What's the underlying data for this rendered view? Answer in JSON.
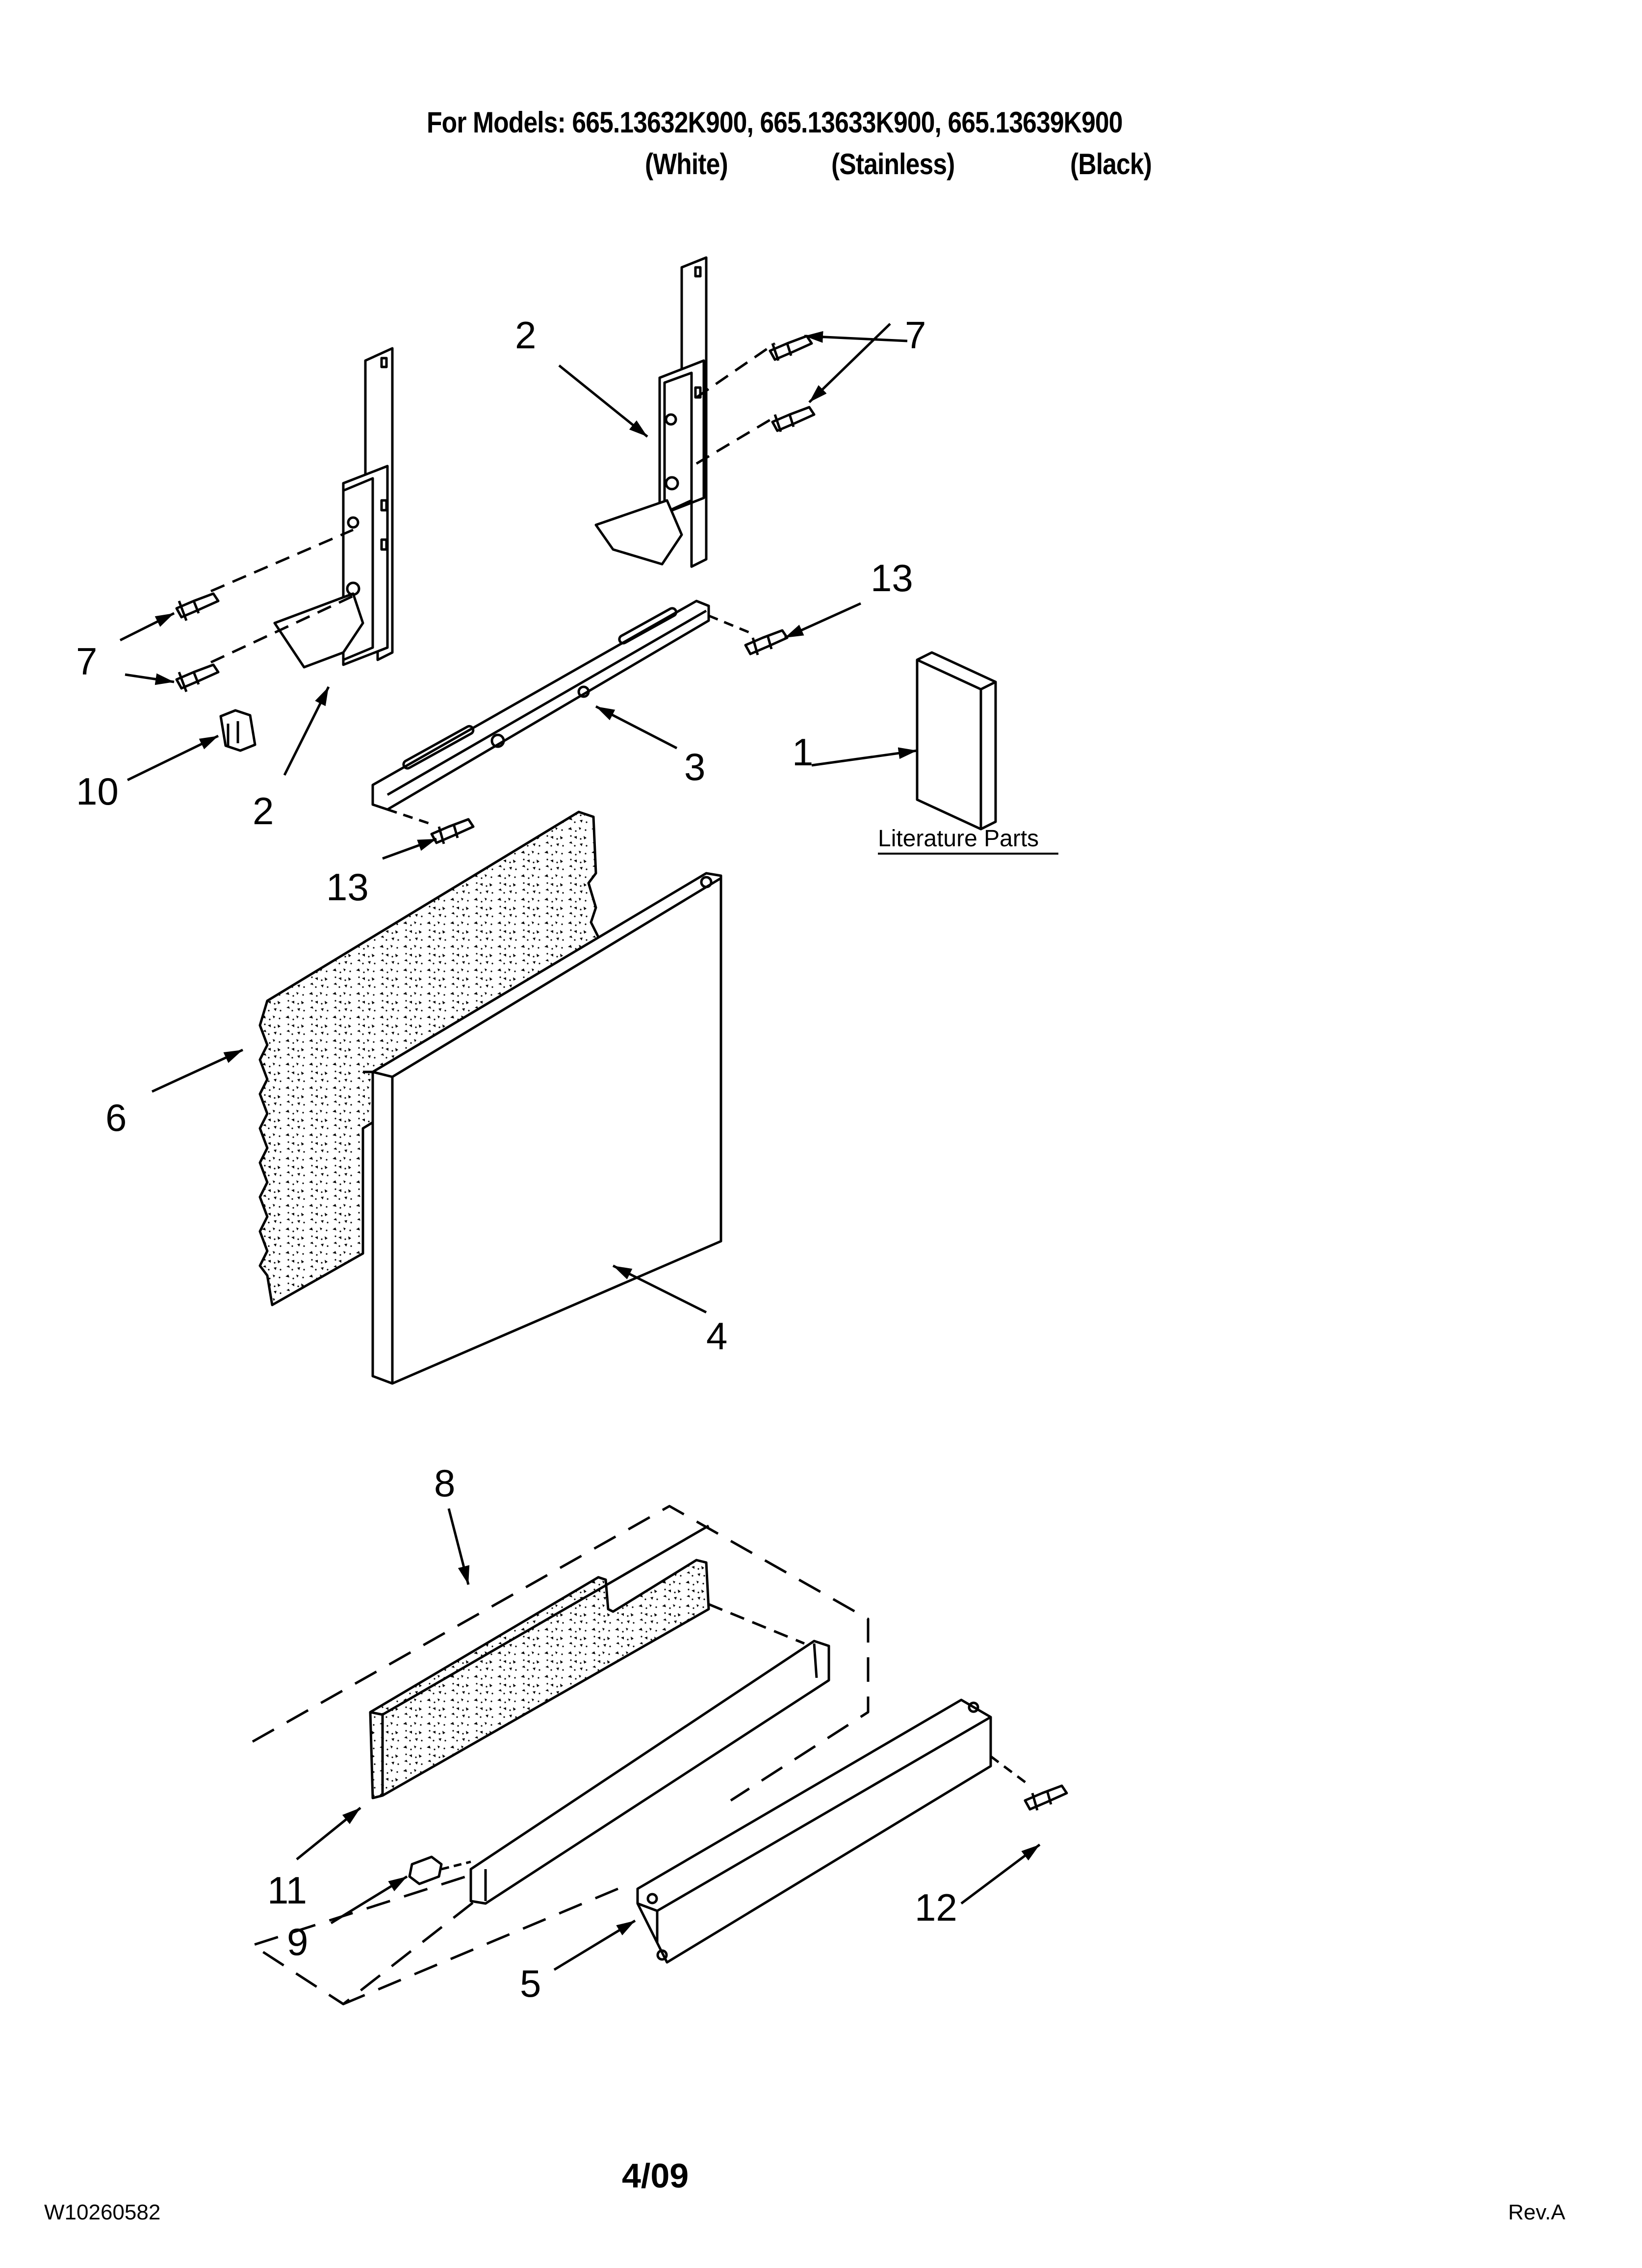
{
  "header": {
    "models_line": "For Models: 665.13632K900, 665.13633K900, 665.13639K900",
    "variant_white": "(White)",
    "variant_stainless": "(Stainless)",
    "variant_black": "(Black)"
  },
  "literature_label": "Literature Parts",
  "callouts": {
    "c1": "1",
    "c2a": "2",
    "c2b": "2",
    "c3": "3",
    "c4": "4",
    "c5": "5",
    "c6": "6",
    "c7a": "7",
    "c7b": "7",
    "c8": "8",
    "c9": "9",
    "c10": "10",
    "c11": "11",
    "c12": "12",
    "c13a": "13",
    "c13b": "13"
  },
  "footer": {
    "doc_number": "W10260582",
    "date": "4/09",
    "revision": "Rev.A"
  },
  "colors": {
    "ink": "#000000",
    "paper": "#ffffff",
    "foam": "#e8e8e8"
  }
}
